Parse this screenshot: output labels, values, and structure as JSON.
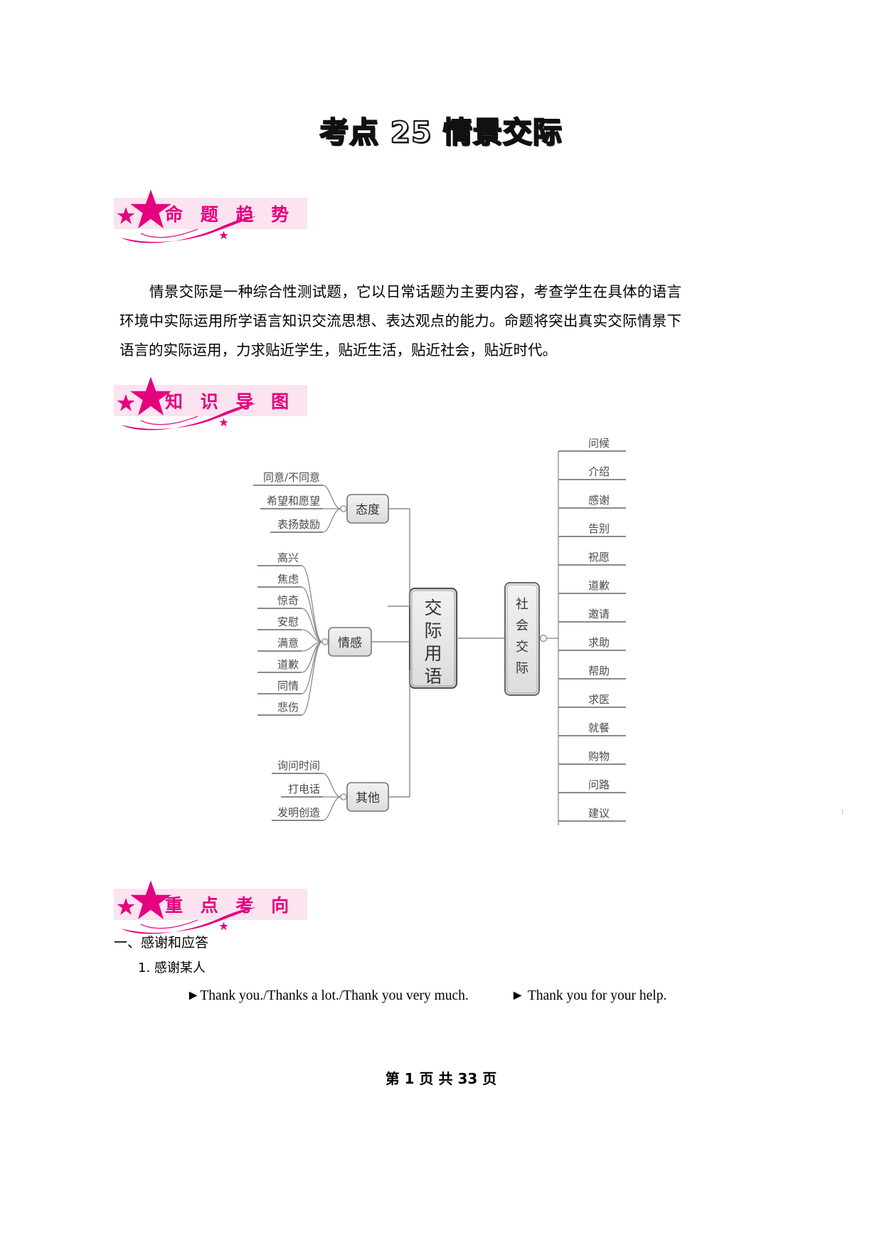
{
  "document": {
    "title": "考点 25 情景交际",
    "footer": "第 1 页 共 33 页",
    "page_marker": "1"
  },
  "sections": {
    "trend": {
      "badge_label": "命 题 趋 势",
      "paragraph": "情景交际是一种综合性测试题，它以日常话题为主要内容，考查学生在具体的语言环境中实际运用所学语言知识交流思想、表达观点的能力。命题将突出真实交际情景下语言的实际运用，力求贴近学生，贴近生活，贴近社会，贴近时代。"
    },
    "mindmap": {
      "badge_label": "知 识 导 图"
    },
    "focus": {
      "badge_label": "重 点 考 向",
      "heading": "一、感谢和应答",
      "subheading": "1. 感谢某人",
      "lines": [
        "►Thank you./Thanks a lot./Thank you very much.",
        "► Thank you for your help."
      ]
    }
  },
  "chart_data": {
    "type": "diagram",
    "title": "交际用语 思维导图",
    "center": "交际用语",
    "branches": [
      {
        "name": "态度",
        "position": "upper-left",
        "items": [
          "同意/不同意",
          "希望和愿望",
          "表扬鼓励"
        ]
      },
      {
        "name": "情感",
        "position": "left",
        "items": [
          "高兴",
          "焦虑",
          "惊奇",
          "安慰",
          "满意",
          "道歉",
          "同情",
          "悲伤"
        ]
      },
      {
        "name": "社会交际",
        "position": "right",
        "items": [
          "问候",
          "介绍",
          "感谢",
          "告别",
          "祝愿",
          "道歉",
          "邀请",
          "求助",
          "帮助",
          "求医",
          "就餐",
          "购物",
          "问路",
          "建议"
        ]
      },
      {
        "name": "其他",
        "position": "lower-left",
        "items": [
          "询问时间",
          "打电话",
          "发明创造"
        ]
      }
    ]
  },
  "colors": {
    "accent_pink": "#e4007f",
    "badge_bg": "#fbe3ef",
    "node_fill": "#e8e8e8",
    "node_stroke": "#7a7a7a",
    "text_gray": "#4a4a4a"
  }
}
